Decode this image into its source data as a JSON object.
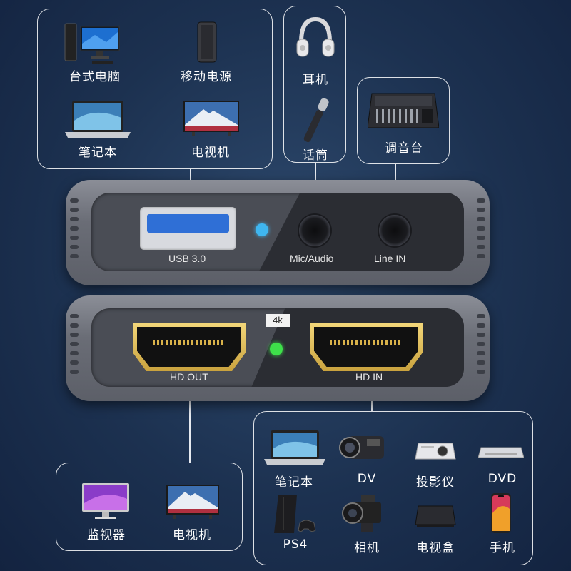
{
  "top_left_panel": {
    "items": [
      {
        "label": "台式电脑",
        "icon": "desktop-computer-icon"
      },
      {
        "label": "移动电源",
        "icon": "power-bank-icon"
      },
      {
        "label": "笔记本",
        "icon": "laptop-icon"
      },
      {
        "label": "电视机",
        "icon": "tv-icon"
      }
    ]
  },
  "headphones": {
    "label": "耳机",
    "icon": "headphones-icon"
  },
  "microphone": {
    "label": "话筒",
    "icon": "microphone-icon"
  },
  "mixer": {
    "label": "调音台",
    "icon": "mixer-console-icon"
  },
  "device_top": {
    "usb_label": "USB 3.0",
    "mic_label": "Mic/Audio",
    "linein_label": "Line IN"
  },
  "device_bottom": {
    "badge": "4k",
    "hdout_label": "HD OUT",
    "hdin_label": "HD IN"
  },
  "output_panel": {
    "items": [
      {
        "label": "监视器",
        "icon": "monitor-icon"
      },
      {
        "label": "电视机",
        "icon": "tv-icon"
      }
    ]
  },
  "input_panel": {
    "items": [
      {
        "label": "笔记本",
        "icon": "laptop-icon"
      },
      {
        "label": "DV",
        "icon": "camcorder-icon"
      },
      {
        "label": "投影仪",
        "icon": "projector-icon"
      },
      {
        "label": "DVD",
        "icon": "dvd-player-icon"
      },
      {
        "label": "PS4",
        "icon": "game-console-icon"
      },
      {
        "label": "相机",
        "icon": "camera-icon"
      },
      {
        "label": "电视盒",
        "icon": "tv-box-icon"
      },
      {
        "label": "手机",
        "icon": "smartphone-icon"
      }
    ]
  },
  "colors": {
    "background": "#1c3150",
    "hdmi_gold": "#d9b24a",
    "led_blue": "#3fb6f0",
    "led_green": "#3ee04a",
    "usb_blue": "#2f6fd6"
  }
}
